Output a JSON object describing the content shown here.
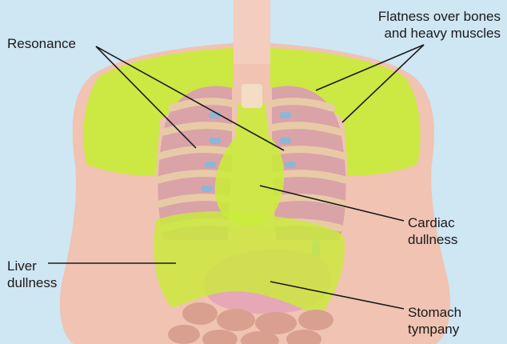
{
  "labels": {
    "resonance": "Resonance",
    "flatness": "Flatness over bones\nand heavy muscles",
    "cardiac": "Cardiac\ndullness",
    "liver": "Liver\ndullness",
    "stomach": "Stomach\ntympany"
  },
  "colors": {
    "background": "#cfe6f3",
    "skin": "#f0c3b2",
    "dullness_zone": "#c9ec3a",
    "lung": "#d9a3a8",
    "rib": "#e8cba6",
    "cartilage": "#8fb5d8",
    "stomach": "#e6a8b6",
    "intestine": "#d9a08f",
    "leader_line": "#1a1a1a"
  }
}
